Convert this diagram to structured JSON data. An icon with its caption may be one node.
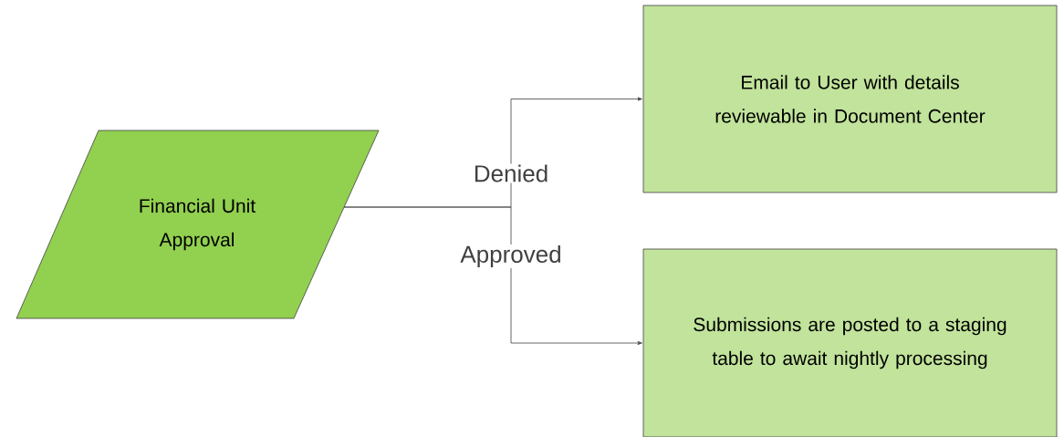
{
  "diagram": {
    "nodes": [
      {
        "text": [
          "Financial Unit Approval"
        ]
      },
      {
        "text": [
          "Email to User with details reviewable in Document Center"
        ]
      },
      {
        "text": [
          "Submissions are posted to a staging table to await nightly processing"
        ]
      }
    ],
    "edges": [
      {
        "from": 0,
        "to": 1,
        "arrow": "to",
        "label": "Denied"
      },
      {
        "from": 0,
        "to": 2,
        "arrow": "to",
        "label": "Approved"
      }
    ]
  }
}
